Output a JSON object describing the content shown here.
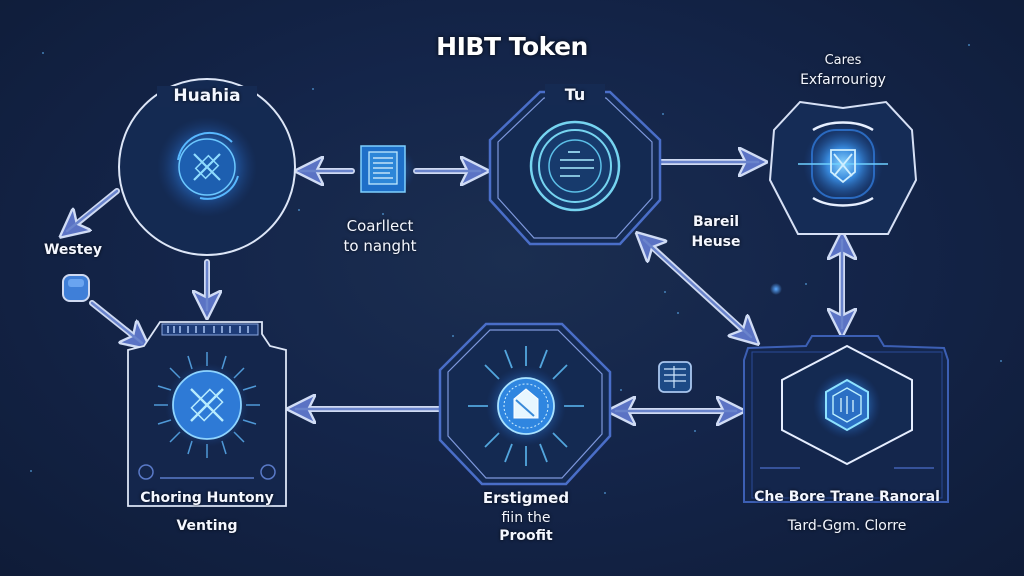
{
  "title": "HIBT Token",
  "colors": {
    "background": "#14254a",
    "node_border": "#c9d6f0",
    "node_border_blue": "#3c63b8",
    "glow": "#3aa0ff",
    "arrow": "#7b93d6",
    "text": "#f4f7ff"
  },
  "nodes": {
    "huahia": {
      "label": "Huahia",
      "shape": "circle",
      "icon": "crossed-tools-icon"
    },
    "tu": {
      "label": "Tu",
      "shape": "octagon",
      "icon": "document-lines-icon"
    },
    "cares": {
      "label_line1": "Cares",
      "label_line2": "Exfarrourigy",
      "shape": "hexagon",
      "icon": "shield-x-icon"
    },
    "choring": {
      "label_line1": "Choring Huntony",
      "label_line2": "Venting",
      "shape": "panel",
      "icon": "crossed-tools-icon"
    },
    "erstigmed": {
      "label_line1": "Erstigmed",
      "label_line2": "fiin the",
      "label_line3": "Proofit",
      "shape": "octagon",
      "icon": "house-badge-icon"
    },
    "bore": {
      "label_line1": "Che Bore Trane Ranoral",
      "label_line2": "Tard-Ggm. Clorre",
      "shape": "panel",
      "icon": "hexagon-gem-icon"
    }
  },
  "annotations": {
    "coallect": {
      "line1": "Coarllect",
      "line2": "to nanght"
    },
    "barefl": {
      "line1": "Bareil",
      "line2": "Heuse"
    },
    "westey": {
      "label": "Westey"
    }
  },
  "edges": [
    {
      "from": "document-icon",
      "to": "huahia",
      "direction": "single"
    },
    {
      "from": "document-icon",
      "to": "tu",
      "direction": "single"
    },
    {
      "from": "tu",
      "to": "cares",
      "direction": "single"
    },
    {
      "from": "tu",
      "to": "bore",
      "direction": "both"
    },
    {
      "from": "cares",
      "to": "bore",
      "direction": "both"
    },
    {
      "from": "huahia",
      "to": "westey",
      "direction": "single"
    },
    {
      "from": "huahia",
      "to": "choring",
      "direction": "single"
    },
    {
      "from": "westey-button",
      "to": "choring",
      "direction": "single"
    },
    {
      "from": "erstigmed",
      "to": "choring",
      "direction": "single"
    },
    {
      "from": "erstigmed",
      "to": "bore",
      "direction": "both"
    }
  ]
}
